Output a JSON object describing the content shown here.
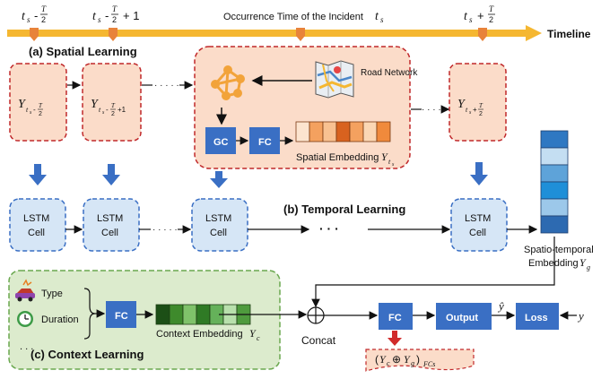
{
  "timeline": {
    "label": "Timeline",
    "ticks": [
      "t_s - T/2",
      "t_s - T/2 + 1",
      "Occurrence Time of the Incident t_s",
      "t_s + T/2"
    ],
    "colors": {
      "bar": "#f5b731",
      "marker": "#e8833a"
    }
  },
  "spatial": {
    "title": "(a) Spatial Learning",
    "inputs": [
      "Y_{t_s - T/2}",
      "Y_{t_s - T/2 + 1}",
      "Y_{t_s + T/2}"
    ],
    "road_network": "Road Network",
    "gc_label": "GC",
    "fc_label": "FC",
    "embedding_label": "Spatial Embedding Y_{t_s}",
    "embedding_colors": [
      "#fce4cf",
      "#f4a15f",
      "#f8c191",
      "#d8621f",
      "#f4a15f",
      "#fbd7b4",
      "#f08a3c"
    ],
    "ellipsis": "· · · · ·"
  },
  "temporal": {
    "title": "(b) Temporal Learning",
    "cell_label_1": "LSTM",
    "cell_label_2": "Cell",
    "ellipsis_mid": "· · ·",
    "output_label": "Spatio-temporal Embedding Y_g",
    "embedding_colors": [
      "#2f78c2",
      "#c4def2",
      "#5ea3d9",
      "#1f8fd8",
      "#9cc8ea",
      "#2d6ab1"
    ]
  },
  "context": {
    "title": "(c) Context Learning",
    "items": [
      "Type",
      "Duration",
      ". . ."
    ],
    "fc_label": "FC",
    "embedding_label": "Context Embedding Y_c",
    "embedding_colors": [
      "#1c4f16",
      "#3e8a2c",
      "#7fc26a",
      "#2f7a25",
      "#65b15a",
      "#b8e0ac",
      "#4f9b3e"
    ]
  },
  "fusion": {
    "concat_label": "Concat",
    "fc_label": "FC",
    "output_label": "Output",
    "loss_label": "Loss",
    "y_hat": "ŷ",
    "y": "y",
    "fcs_label": "(Y_c ⊕ Y_g)_FCs"
  },
  "colors": {
    "blue_box": "#3a6fc4",
    "orange_panel": "#fbdcc9",
    "red_dash": "#c0282a",
    "blue_panel": "#d6e6f6",
    "blue_dash": "#3a6fc4",
    "green_panel": "#dcebcd",
    "green_dash": "#6aa84f"
  }
}
